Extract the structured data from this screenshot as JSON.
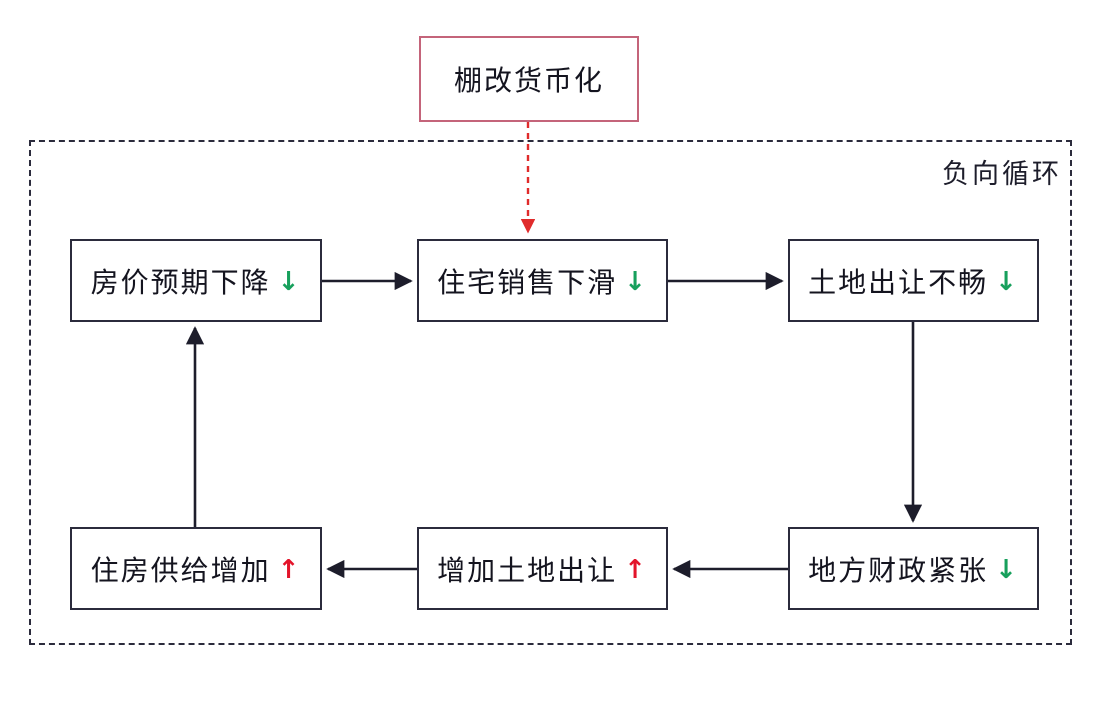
{
  "diagram": {
    "title_box": {
      "text": "棚改货币化",
      "border_color": "#c4647a"
    },
    "container": {
      "label": "负向循环",
      "border_style": "dashed",
      "border_color": "#2b2b3c"
    },
    "colors": {
      "node_border": "#2b2b3c",
      "text": "#14141f",
      "down_arrow": "#17a05c",
      "up_arrow": "#e3142a",
      "policy_border": "#c4647a",
      "connector": "#2b2b3c",
      "policy_connector": "#e02b2b"
    },
    "nodes": [
      {
        "id": "price",
        "text": "房价预期下降",
        "trend": "↓",
        "trend_dir": "down"
      },
      {
        "id": "sales",
        "text": "住宅销售下滑",
        "trend": "↓",
        "trend_dir": "down"
      },
      {
        "id": "landsale",
        "text": "土地出让不畅",
        "trend": "↓",
        "trend_dir": "down"
      },
      {
        "id": "fiscal",
        "text": "地方财政紧张",
        "trend": "↓",
        "trend_dir": "down"
      },
      {
        "id": "morelandsale",
        "text": "增加土地出让",
        "trend": "↑",
        "trend_dir": "up"
      },
      {
        "id": "supply",
        "text": "住房供给增加",
        "trend": "↑",
        "trend_dir": "up"
      }
    ],
    "edges": [
      {
        "from": "title_box",
        "to": "sales",
        "style": "dashed",
        "color": "#e02b2b",
        "direction": "down"
      },
      {
        "from": "price",
        "to": "sales",
        "style": "solid",
        "color": "#2b2b3c",
        "direction": "right"
      },
      {
        "from": "sales",
        "to": "landsale",
        "style": "solid",
        "color": "#2b2b3c",
        "direction": "right"
      },
      {
        "from": "landsale",
        "to": "fiscal",
        "style": "solid",
        "color": "#2b2b3c",
        "direction": "down"
      },
      {
        "from": "fiscal",
        "to": "morelandsale",
        "style": "solid",
        "color": "#2b2b3c",
        "direction": "left"
      },
      {
        "from": "morelandsale",
        "to": "supply",
        "style": "solid",
        "color": "#2b2b3c",
        "direction": "left"
      },
      {
        "from": "supply",
        "to": "price",
        "style": "solid",
        "color": "#2b2b3c",
        "direction": "up"
      }
    ]
  }
}
